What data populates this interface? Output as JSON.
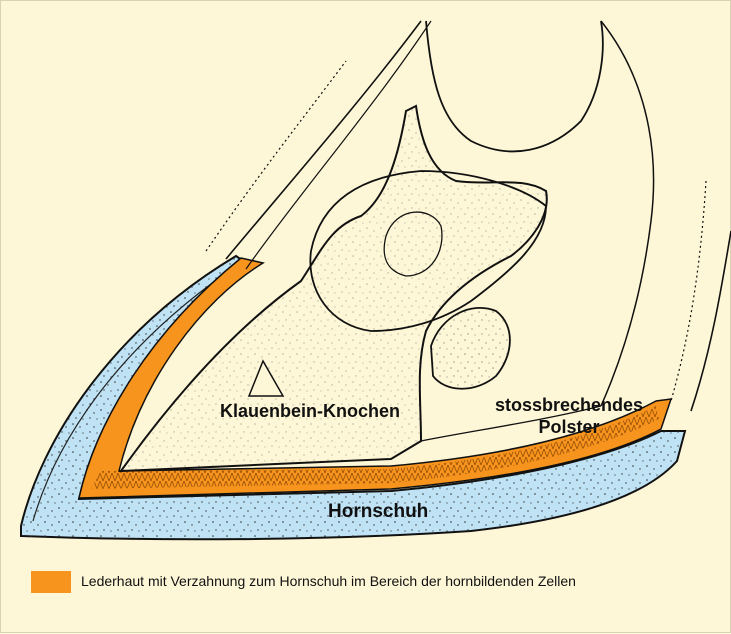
{
  "labels": {
    "bone": "Klauenbein-Knochen",
    "cushion_line1": "stossbrechendes",
    "cushion_line2": "Polster",
    "horn": "Hornschuh"
  },
  "legend": {
    "text": "Lederhaut mit Verzahnung zum Hornschuh im Bereich der hornbildenden Zellen",
    "color": "#f7941d"
  },
  "colors": {
    "background": "#fdf7d7",
    "horn_shoe": "#bfe3f5",
    "dermis": "#f7941d",
    "ink": "#111111"
  }
}
